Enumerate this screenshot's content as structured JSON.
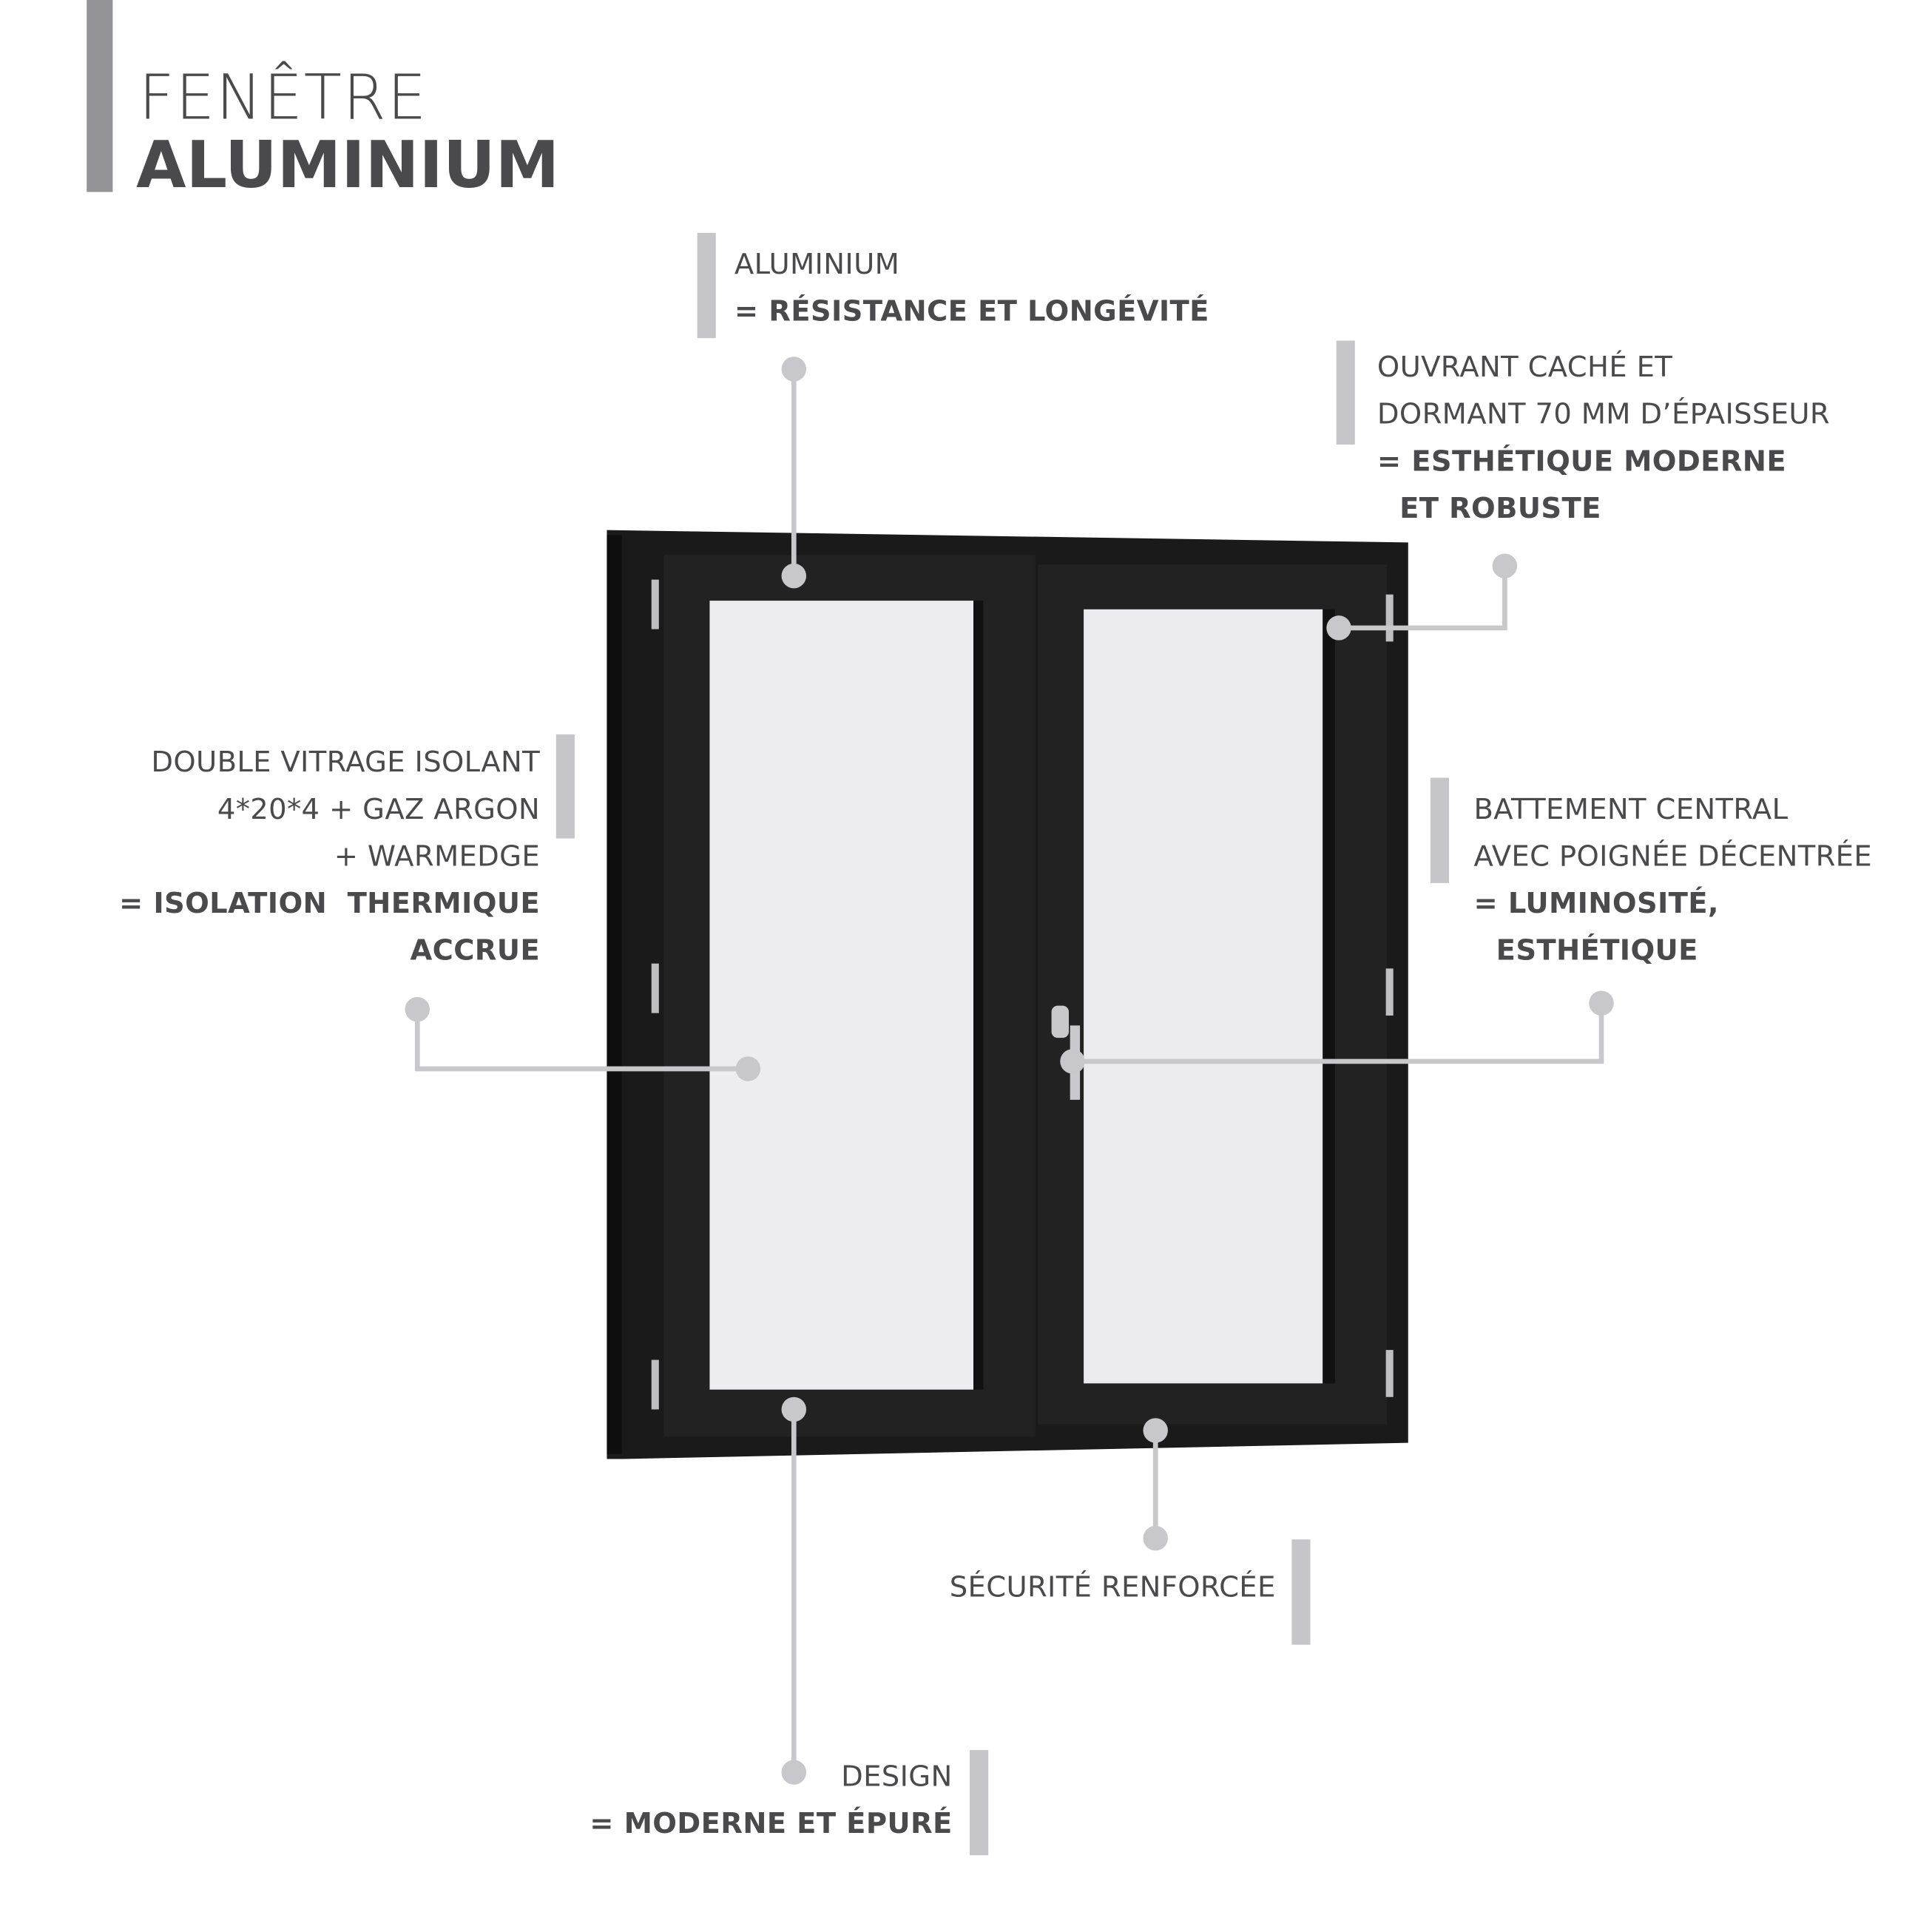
{
  "title": {
    "line1": "FENÊTRE",
    "line2": "ALUMINIUM"
  },
  "callouts": {
    "aluminium": {
      "line1": "ALUMINIUM",
      "line2": "= RÉSISTANCE ET LONGÉVITÉ"
    },
    "ouvrant": {
      "line1": "OUVRANT CACHÉ ET",
      "line2": "DORMANT 70 MM D’ÉPAISSEUR",
      "line3": "= ESTHÉTIQUE MODERNE",
      "line4": "ET ROBUSTE"
    },
    "vitrage": {
      "line1": "DOUBLE VITRAGE ISOLANT",
      "line2": "4*20*4 + GAZ ARGON",
      "line3": "+ WARMEDGE",
      "line4": "= ISOLATION  THERMIQUE",
      "line5": "ACCRUE"
    },
    "battement": {
      "line1": "BATTEMENT CENTRAL",
      "line2": "AVEC POIGNÉE DÉCENTRÉE",
      "line3": "= LUMINOSITÉ,",
      "line4": "ESTHÉTIQUE"
    },
    "securite": {
      "line1": "SÉCURITÉ RENFORCÉE"
    },
    "design": {
      "line1": "DESIGN",
      "line2": "= MODERNE ET ÉPURÉ"
    }
  },
  "colors": {
    "text": "#4a4a4c",
    "accent_bar": "#c6c6ca",
    "title_bar": "#949497",
    "frame": "#1c1c1c",
    "glass": "#ececf0"
  }
}
